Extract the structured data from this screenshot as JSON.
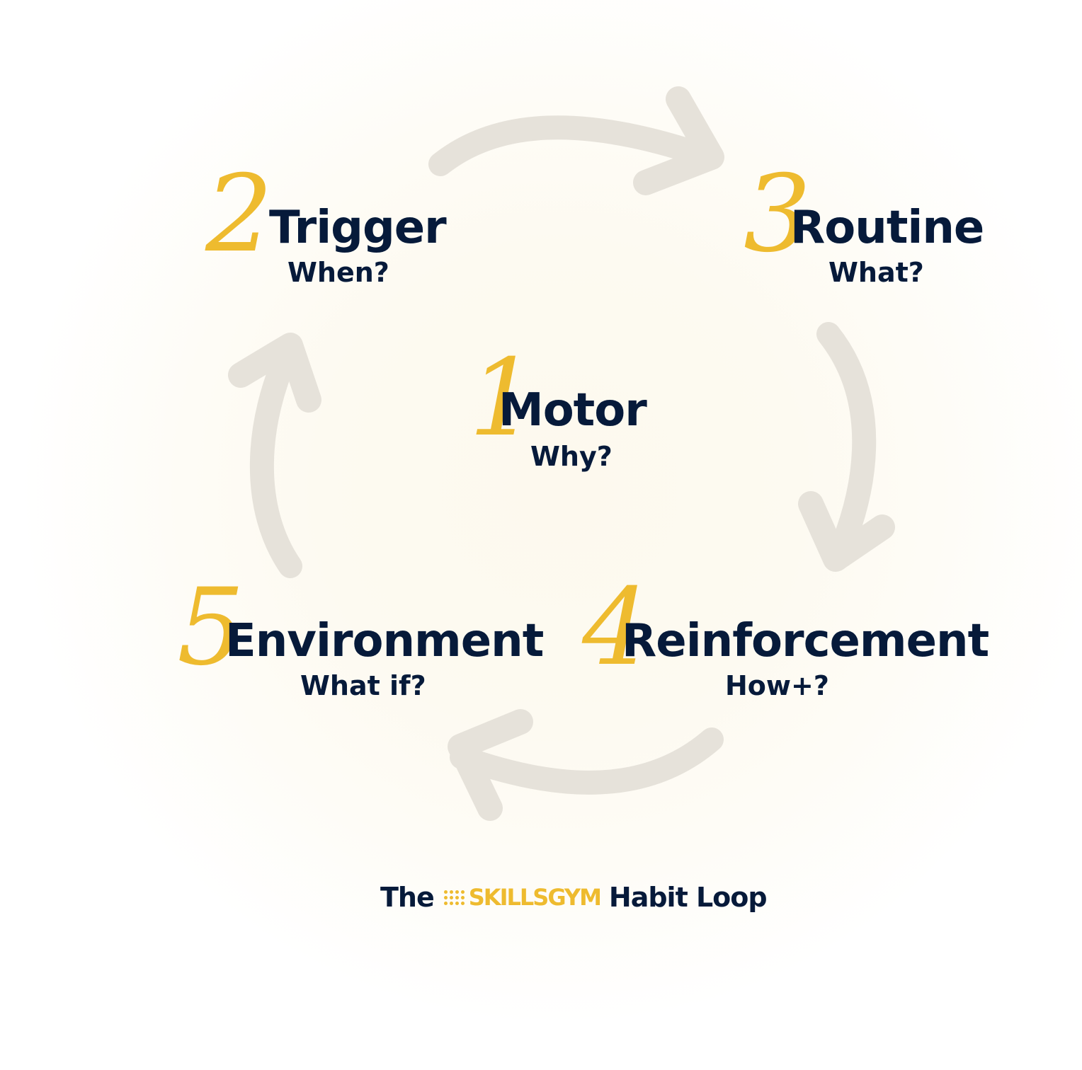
{
  "diagram": {
    "type": "cycle",
    "colors": {
      "accent": "#eebb2f",
      "text": "#061a3a",
      "arrow": "#e6e2da"
    },
    "center": {
      "number": "1",
      "title": "Motor",
      "question": "Why?"
    },
    "steps": [
      {
        "number": "2",
        "title": "Trigger",
        "question": "When?"
      },
      {
        "number": "3",
        "title": "Routine",
        "question": "What?"
      },
      {
        "number": "4",
        "title": "Reinforcement",
        "question": "How+?"
      },
      {
        "number": "5",
        "title": "Environment",
        "question": "What if?"
      }
    ],
    "arrows": [
      {
        "from": "Trigger",
        "to": "Routine",
        "icon": "curved-arrow-right-icon"
      },
      {
        "from": "Routine",
        "to": "Reinforcement",
        "icon": "curved-arrow-down-icon"
      },
      {
        "from": "Reinforcement",
        "to": "Environment",
        "icon": "curved-arrow-left-icon"
      },
      {
        "from": "Environment",
        "to": "Trigger",
        "icon": "curved-arrow-up-icon"
      }
    ],
    "caption": {
      "prefix": "The",
      "brand_icon": "dot-grid-logo-icon",
      "brand": "SKILLSGYM",
      "suffix": "Habit Loop"
    }
  }
}
